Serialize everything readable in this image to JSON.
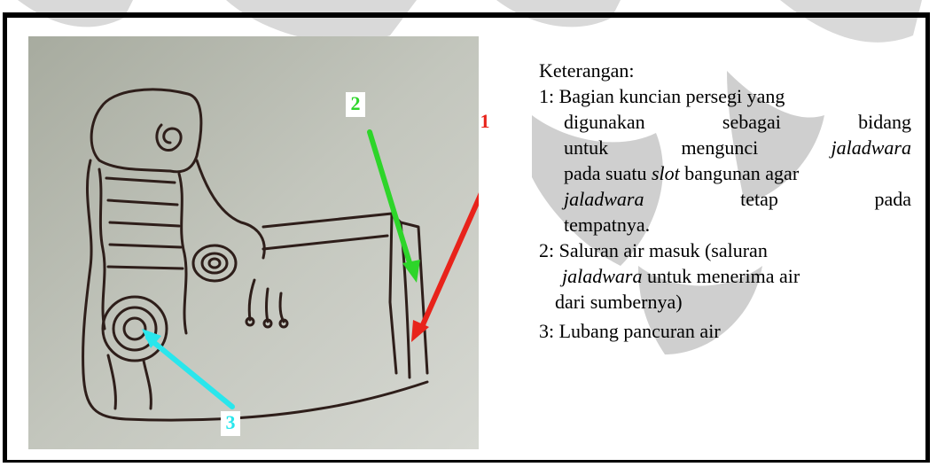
{
  "figure": {
    "labels": {
      "one": "1",
      "two": "2",
      "three": "3"
    },
    "arrow_colors": {
      "one": "#e8231b",
      "two": "#2ed52a",
      "three": "#29e6ec"
    }
  },
  "caption": {
    "heading": "Keterangan:",
    "item1": {
      "line1": "1: Bagian kuncian persegi yang",
      "line2": [
        "digunakan",
        "sebagai",
        "bidang"
      ],
      "line3": [
        "untuk",
        "mengunci",
        "jaladwara"
      ],
      "line4_a": "pada suatu ",
      "line4_b": "slot",
      "line4_c": " bangunan agar",
      "line5": [
        "jaladwara",
        "tetap",
        "pada"
      ],
      "line6": "tempatnya."
    },
    "item2": {
      "line1": "2:  Saluran air masuk (saluran",
      "line2_a": "jaladwara",
      "line2_b": " untuk menerima air",
      "line3": "dari sumbernya)"
    },
    "item3": {
      "line1": "3:  Lubang pancuran air"
    }
  }
}
